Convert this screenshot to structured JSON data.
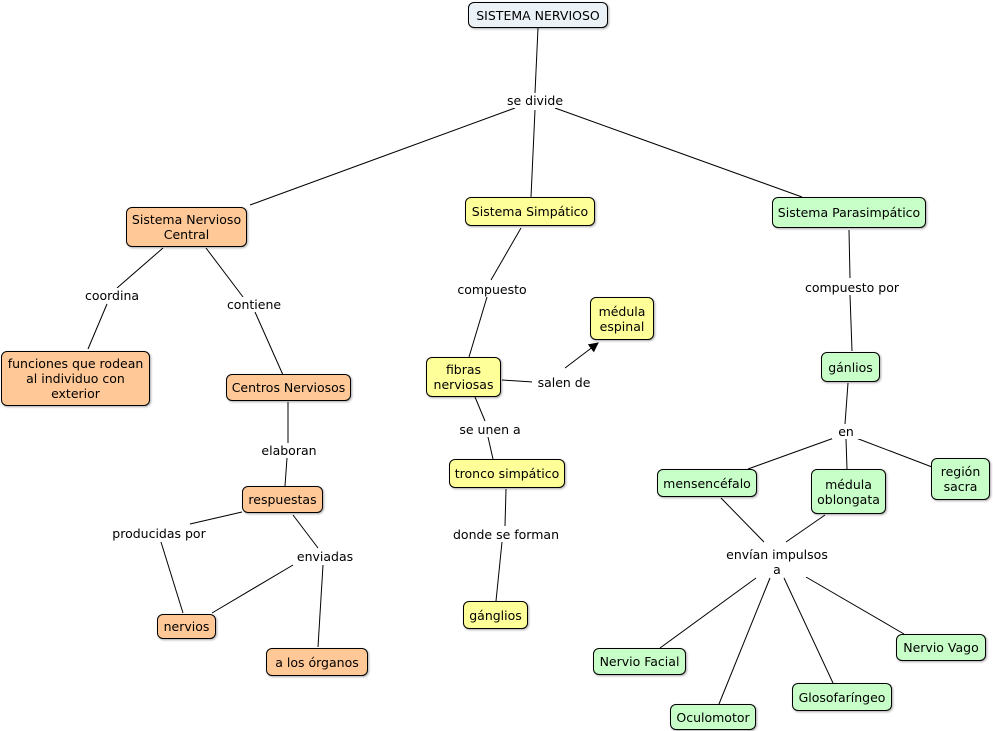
{
  "root": "SISTEMA NERVIOSO",
  "links": {
    "se_divide": "se divide",
    "coordina": "coordina",
    "contiene": "contiene",
    "elaboran": "elaboran",
    "producidas_por": "producidas por",
    "enviadas": "enviadas",
    "compuesto": "compuesto",
    "salen_de": "salen de",
    "se_unen_a": "se unen a",
    "donde_se_forman": "donde se forman",
    "compuesto_por": "compuesto por",
    "en": "en",
    "envian_impulsos": "envían impulsos\na"
  },
  "central": {
    "title": "Sistema Nervioso\nCentral",
    "funciones": "funciones que rodean\nal individuo con\nexterior",
    "centros": "Centros Nerviosos",
    "respuestas": "respuestas",
    "nervios": "nervios",
    "organos": "a los órganos"
  },
  "simpatico": {
    "title": "Sistema Simpático",
    "fibras": "fibras\nnerviosas",
    "medula": "médula\nespinal",
    "tronco": "tronco simpático",
    "ganglios": "gánglios"
  },
  "parasimpatico": {
    "title": "Sistema Parasimpático",
    "ganlios": "gánlios",
    "mesencefalo": "mensencéfalo",
    "medula_oblongata": "médula\noblongata",
    "region_sacra": "región\nsacra",
    "nervio_facial": "Nervio Facial",
    "oculomotor": "Oculomotor",
    "glosofaringeo": "Glosofaríngeo",
    "nervio_vago": "Nervio Vago"
  },
  "colors": {
    "root": "#eaf2f8",
    "central": "#ffc896",
    "simpatico": "#ffff99",
    "parasimpatico": "#c8ffc8"
  }
}
